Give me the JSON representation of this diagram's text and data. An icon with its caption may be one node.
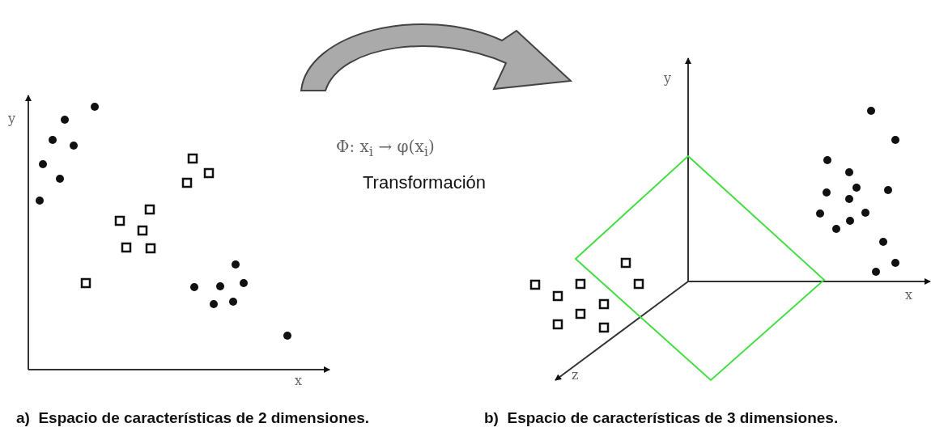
{
  "diagram": {
    "labels": [
      "Φ: x$_{i}$ → φ(x$_{i}$)",
      "Transformación",
      "y",
      "x",
      "y",
      "x",
      "z",
      "a)  Espacio de características de 2 dimensiones.",
      "b)  Espacio de características de 3 dimensiones."
    ]
  }
}
